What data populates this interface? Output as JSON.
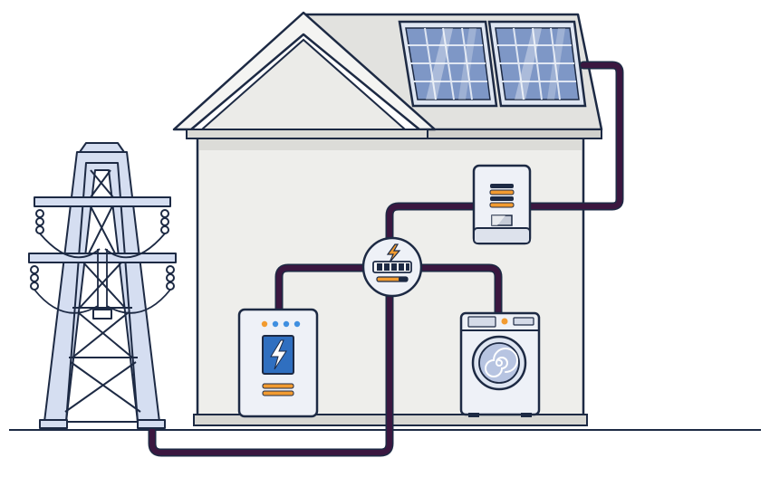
{
  "diagram": {
    "subject": "home-solar-energy-system",
    "components": [
      {
        "id": "power-grid-pylon",
        "icon": "transmission-tower-icon"
      },
      {
        "id": "solar-panels",
        "icon": "solar-panel-icon"
      },
      {
        "id": "inverter",
        "icon": "inverter-icon"
      },
      {
        "id": "consumer-unit",
        "icon": "distribution-board-icon"
      },
      {
        "id": "home-battery",
        "icon": "battery-lightning-icon"
      },
      {
        "id": "washing-machine",
        "icon": "washing-machine-icon"
      }
    ],
    "connections": [
      [
        "solar-panels",
        "inverter"
      ],
      [
        "inverter",
        "consumer-unit"
      ],
      [
        "consumer-unit",
        "home-battery"
      ],
      [
        "consumer-unit",
        "washing-machine"
      ],
      [
        "consumer-unit",
        "power-grid-pylon"
      ]
    ]
  },
  "colors": {
    "outline": "#1d2a44",
    "cable": "#3b1740",
    "wall": "#eeeeeb",
    "roof": "#e2e2df",
    "panel_glass": "#7e97c6",
    "panel_frame": "#dfe6f2",
    "pylon": "#d5def1",
    "accent_orange": "#f29b30",
    "accent_blue": "#3f8fe0",
    "battery_screen": "#2f6fc0"
  }
}
